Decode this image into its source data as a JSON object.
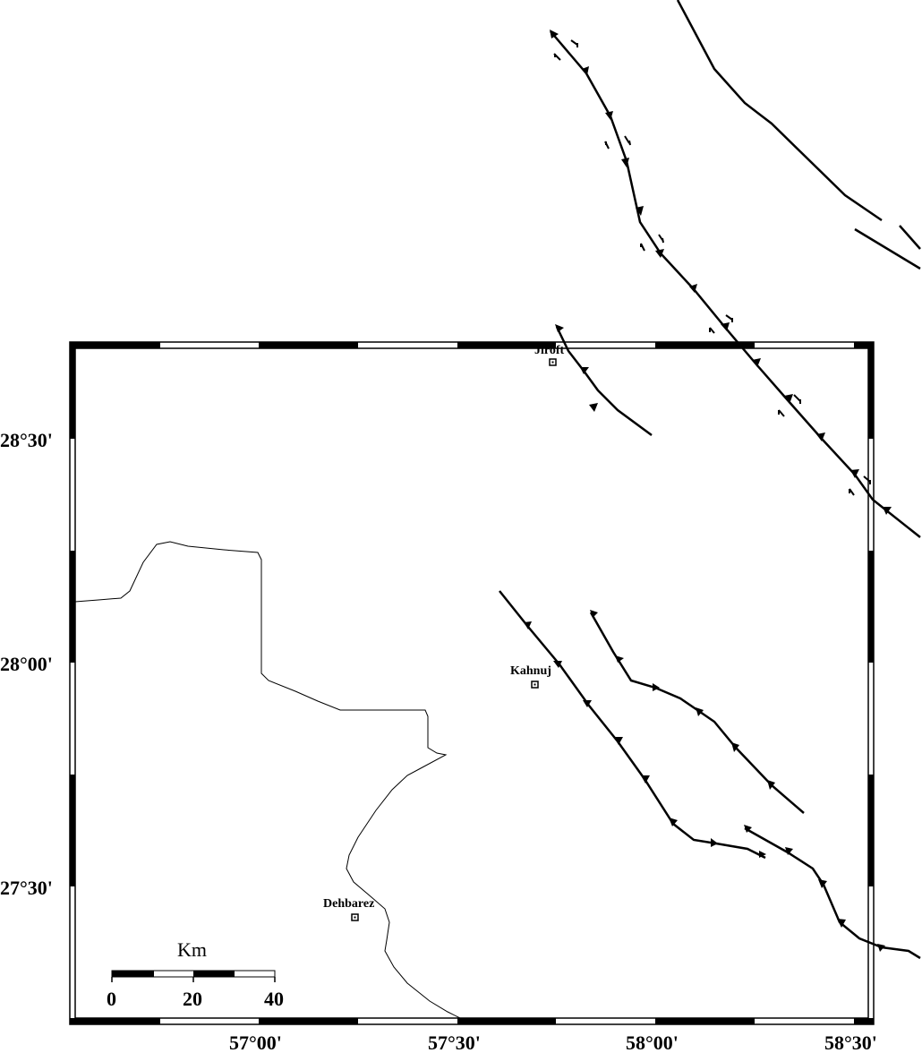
{
  "map": {
    "latitude_labels": [
      "28°30'",
      "28°00'",
      "27°30'"
    ],
    "longitude_labels": [
      "57°00'",
      "57°30'",
      "58°00'",
      "58°30'"
    ],
    "towns": [
      {
        "name": "Jiroft"
      },
      {
        "name": "Kahnuj"
      },
      {
        "name": "Dehbarez"
      }
    ],
    "scale_bar": {
      "unit": "Km",
      "ticks": [
        "0",
        "20",
        "40"
      ]
    },
    "colors": {
      "frame": "#000000",
      "fault": "#000000",
      "boundary": "#000000",
      "background": "#ffffff"
    }
  }
}
